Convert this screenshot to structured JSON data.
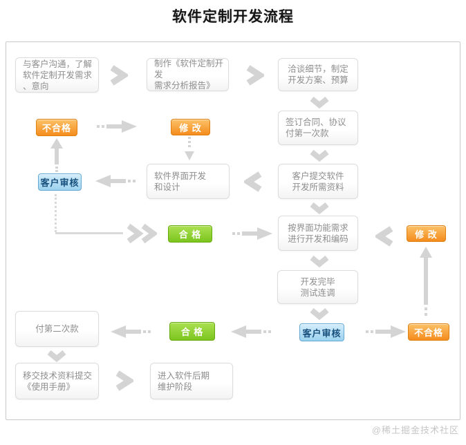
{
  "title": "软件定制开发流程",
  "watermark": "@稀土掘金技术社区",
  "colors": {
    "fail_orange": "#f48c1c",
    "pass_green": "#7cc51e",
    "review_blue": "#9cd2ef",
    "arrow_gray": "#d4d4d4",
    "box_text_gray": "#8d8d8d"
  },
  "nodes": {
    "communicate": "与客户沟通，了解\n软件定制开发需求\n、意向",
    "report": "制作《软件定制开发\n需求分析报告》",
    "negotiate": "洽谈细节，制定\n开发方案、预算",
    "contract": "签订合同、协议\n付第一次款",
    "materials": "客户提交软件\n开发所需资料",
    "ui_design": "软件界面开发\n和设计",
    "coding": "按界面功能需求\n进行开发和编码",
    "testing": "开发完毕\n测试连调",
    "second_payment": "付第二次款",
    "handover": "移交技术资料提交\n《使用手册》",
    "maintenance": "进入软件后期\n维护阶段",
    "fail_top": "不合格",
    "modify_top": "修 改",
    "review_left": "客户审核",
    "pass_mid": "合 格",
    "modify_right": "修 改",
    "review_bottom": "客户审核",
    "fail_bottom": "不合格",
    "pass_bottom": "合 格"
  }
}
